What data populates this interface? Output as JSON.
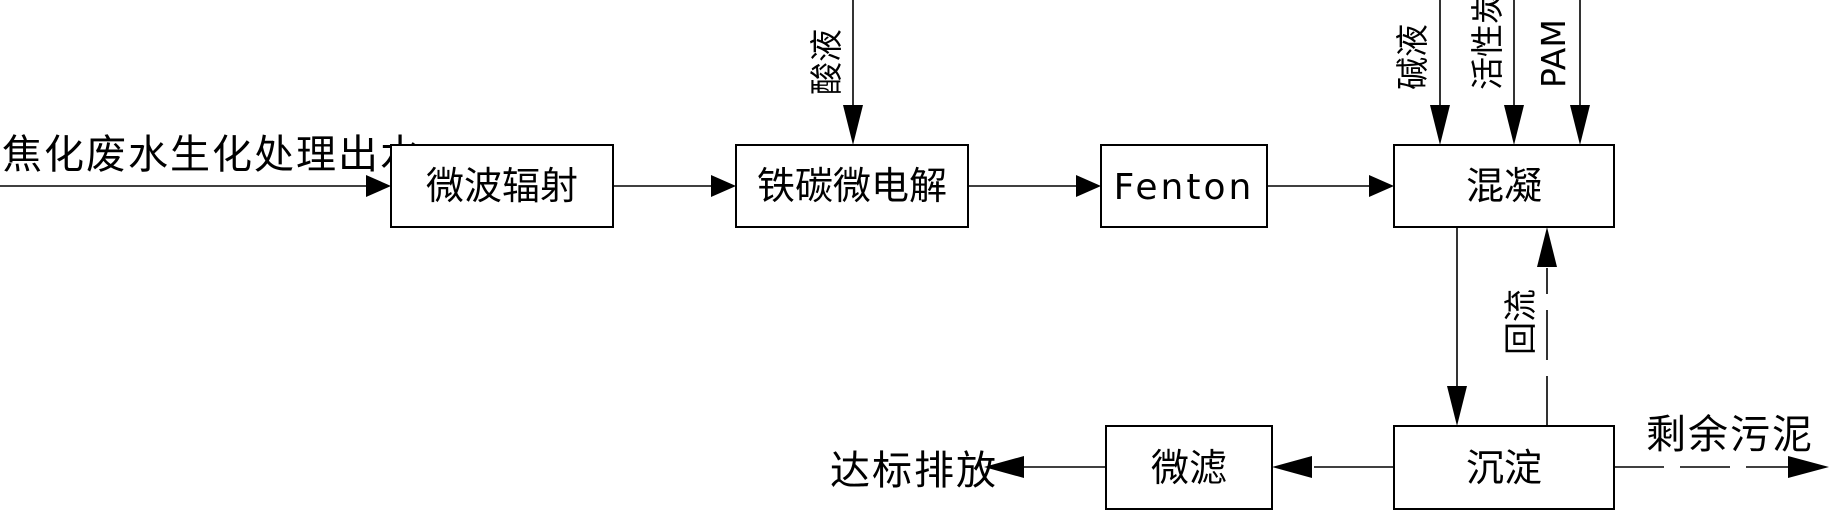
{
  "diagram": {
    "type": "process-flow",
    "input": {
      "label": "焦化废水生化处理出水"
    },
    "steps": [
      {
        "id": "microwave",
        "label": "微波辐射"
      },
      {
        "id": "iron-carbon",
        "label": "铁碳微电解"
      },
      {
        "id": "fenton",
        "label": "Fenton"
      },
      {
        "id": "coagulation",
        "label": "混凝"
      },
      {
        "id": "sedimentation",
        "label": "沉淀"
      },
      {
        "id": "microfiltration",
        "label": "微滤"
      }
    ],
    "additives": {
      "iron_carbon": [
        "酸液"
      ],
      "coagulation": [
        "碱液",
        "活性炭",
        "PAM"
      ]
    },
    "recycle": {
      "label": "回流",
      "from": "沉淀",
      "to": "混凝",
      "style": "dashed"
    },
    "sludge": {
      "label": "剩余污泥",
      "from": "沉淀",
      "style": "dashed"
    },
    "output": {
      "label": "达标排放"
    },
    "flow": [
      "焦化废水生化处理出水 → 微波辐射",
      "微波辐射 → 铁碳微电解",
      "酸液 → 铁碳微电解",
      "铁碳微电解 → Fenton",
      "Fenton → 混凝",
      "碱液 → 混凝",
      "活性炭 → 混凝",
      "PAM → 混凝",
      "混凝 → 沉淀",
      "沉淀 ⇢ 混凝 (回流)",
      "沉淀 ⇢ 剩余污泥",
      "沉淀 → 微滤",
      "微滤 → 达标排放"
    ]
  }
}
